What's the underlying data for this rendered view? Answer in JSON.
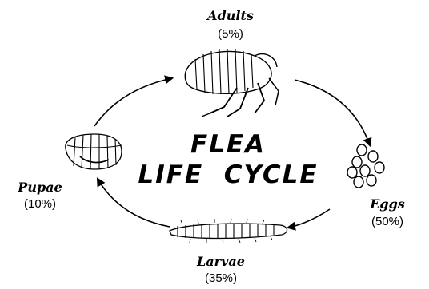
{
  "title": {
    "line1": "FLEA",
    "line2": "LIFE  CYCLE"
  },
  "stages": {
    "adults": {
      "label": "Adults",
      "percent": "(5%)"
    },
    "eggs": {
      "label": "Eggs",
      "percent": "(50%)"
    },
    "larvae": {
      "label": "Larvae",
      "percent": "(35%)"
    },
    "pupae": {
      "label": "Pupae",
      "percent": "(10%)"
    }
  },
  "colors": {
    "ink": "#000000",
    "background": "#ffffff"
  },
  "icons": [
    "flea-adult-icon",
    "egg-cluster-icon",
    "larva-icon",
    "pupa-icon",
    "cycle-arrow"
  ]
}
